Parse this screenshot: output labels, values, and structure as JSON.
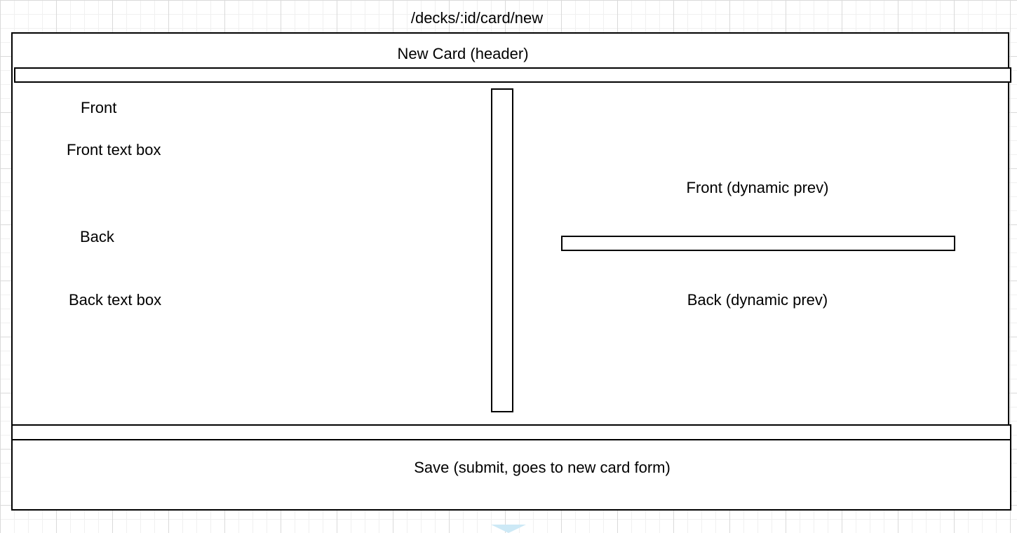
{
  "route": "/decks/:id/card/new",
  "header": {
    "label": "New Card (header)"
  },
  "form": {
    "front_label": "Front",
    "front_textbox": "Front text box",
    "back_label": "Back",
    "back_textbox": "Back text box"
  },
  "preview": {
    "front": "Front (dynamic prev)",
    "back": "Back (dynamic prev)"
  },
  "footer": {
    "save_label": "Save (submit, goes to new card form)"
  },
  "colors": {
    "stroke": "#000000",
    "grid": "#dadada",
    "arrow_hint": "#cde9f6"
  }
}
